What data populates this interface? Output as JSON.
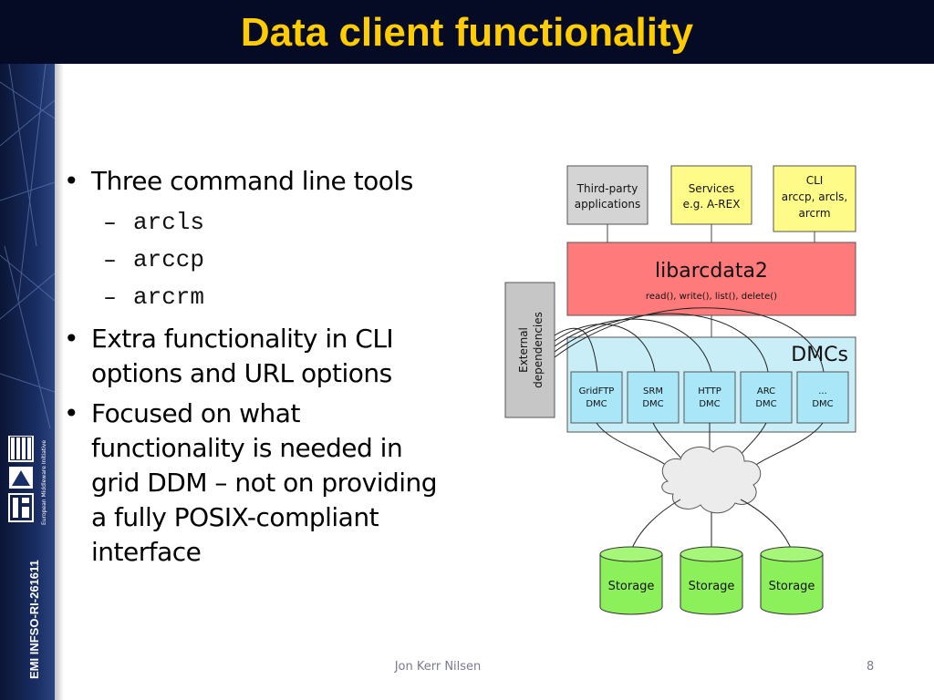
{
  "slide": {
    "title": "Data client functionality",
    "footer_author": "Jon Kerr Nilsen",
    "page_number": "8",
    "side_label": "EMI INFSO-RI-261611",
    "logo_text": "European Middleware Initiative"
  },
  "bullets": {
    "b1": "Three command line tools",
    "sub1": "arcls",
    "sub2": "arccp",
    "sub3": "arcrm",
    "b2": "Extra functionality in CLI options and URL options",
    "b3": "Focused on what functionality is needed in grid DDM – not on providing a fully POSIX-compliant interface"
  },
  "diagram": {
    "third_party_1": "Third-party",
    "third_party_2": "applications",
    "services_1": "Services",
    "services_2": "e.g. A-REX",
    "cli_1": "CLI",
    "cli_2": "arccp, arcls,",
    "cli_3": "arcrm",
    "lib_title": "libarcdata2",
    "lib_funcs": "read(), write(), list(), delete()",
    "dmcs_label": "DMCs",
    "external_1": "External",
    "external_2": "dependencies",
    "dmc_gridftp": "GridFTP",
    "dmc_srm": "SRM",
    "dmc_http": "HTTP",
    "dmc_arc": "ARC",
    "dmc_more": "...",
    "dmc_suffix": "DMC",
    "storage_1": "Storage",
    "storage_2": "Storage",
    "storage_3": "Storage"
  },
  "colors": {
    "header_bg": "#050b25",
    "title": "#ffcc00",
    "third_party_fill": "#d4d4d4",
    "yellow_fill": "#fffb88",
    "lib_fill": "#ff7b7b",
    "dmc_area_fill": "#c9eef7",
    "dmc_box_fill": "#a9e6f7",
    "storage_fill": "#8cf05a"
  }
}
